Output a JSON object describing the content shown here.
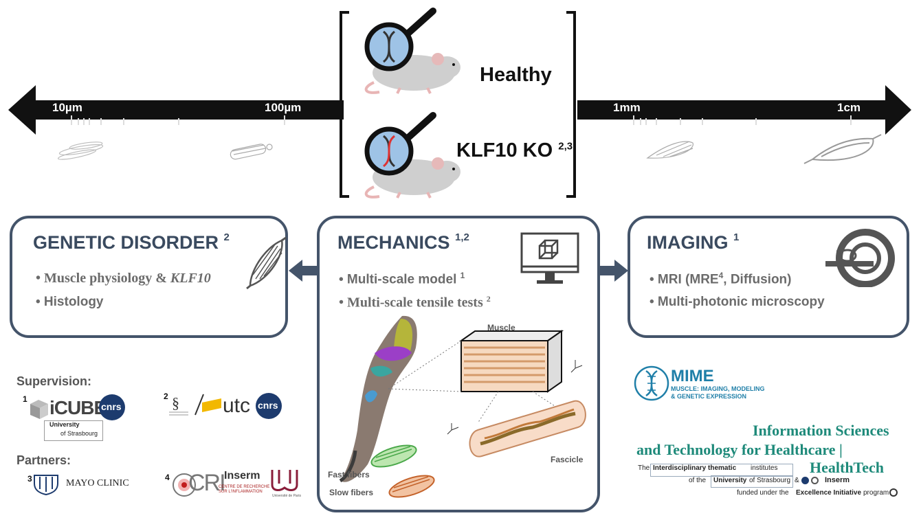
{
  "scale": {
    "labels": [
      "10µm",
      "100µm",
      "1mm",
      "1cm"
    ]
  },
  "mice": {
    "healthy_label": "Healthy",
    "ko_label": "KLF10 KO",
    "ko_refs": "2,3"
  },
  "genetic": {
    "title": "GENETIC DISORDER",
    "title_ref": "2",
    "bullet1_a": "• Muscle physiology & ",
    "bullet1_b": "KLF10",
    "bullet2": "• Histology"
  },
  "mechanics": {
    "title": "MECHANICS",
    "title_ref": "1,2",
    "bullet1": "• Multi-scale model",
    "bullet1_ref": "1",
    "bullet2": "• Multi-scale tensile tests",
    "bullet2_ref": "2",
    "fig_muscle": "Muscle",
    "fig_fascicle": "Fascicle",
    "fig_fast": "Fast fibers",
    "fig_slow": "Slow fibers"
  },
  "imaging": {
    "title": "IMAGING",
    "title_ref": "1",
    "bullet1": "• MRI (MRE",
    "bullet1_ref": "4",
    "bullet1_end": ", Diffusion)",
    "bullet2": "• Multi-photonic microscopy"
  },
  "supervision": {
    "heading": "Supervision:",
    "num1": "1",
    "icube": "iCUBE",
    "cnrs": "cnrs",
    "university": "University",
    "of_strasbourg": "of Strasbourg",
    "num2": "2",
    "utc": "utc"
  },
  "partners": {
    "heading": "Partners:",
    "num3": "3",
    "mayo": "MAYO CLINIC",
    "num4": "4",
    "cri": "CRI",
    "inserm": "Inserm",
    "cri_sub": "CENTRE DE RECHERCHE SUR L'INFLAMMATION",
    "univ_paris": "Université de Paris"
  },
  "mime": {
    "name": "MIME",
    "sub1": "MUSCLE: IMAGING, MODELING",
    "sub2": "& GENETIC EXPRESSION"
  },
  "healthtech": {
    "line1": "Information Sciences",
    "line2": "and Technology for Healthcare |",
    "line3": "HealthTech",
    "t1a": "The",
    "t1b": "Interdisciplinary thematic",
    "t1c": "institutes",
    "t2a": "of the",
    "t2b": "University",
    "t2c": "of Strasbourg",
    "t2d": "&",
    "t2e": "Inserm",
    "t3a": "funded under the",
    "t3b": "Excellence Initiative",
    "t3c": "program"
  },
  "colors": {
    "panel_border": "#44546a",
    "title": "#3a4a5f",
    "healthtech_green": "#1e8a7a",
    "mime_blue": "#1f7fa8"
  }
}
